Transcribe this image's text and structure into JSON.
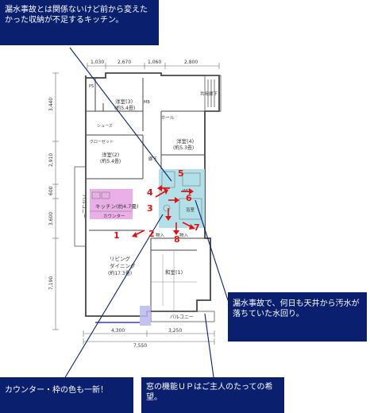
{
  "callouts": {
    "top_left": "漏水事故とは関係ないけど前から変えたかった収納が不足するキッチン。",
    "right": "漏水事故で、何日も天井から汚水が落ちていた水回り。",
    "bottom_left": "カウンター・枠の色も一新！",
    "bottom_right": "窓の機能ＵＰはご主人のたっての希望。"
  },
  "dimensions": {
    "top": [
      "1,030",
      "2,670",
      "1,060",
      "2,800"
    ],
    "left": [
      "3,440",
      "2,910",
      "600",
      "3,600",
      "7,190"
    ],
    "bottom_inner": [
      "4,300",
      "3,250"
    ],
    "bottom_total": "7,550"
  },
  "rooms": {
    "room3": "洋室(3)",
    "room3_size": "(約5.4畳)",
    "room4": "洋室(4)",
    "room4_size": "(約5.3畳)",
    "room2": "洋室(2)",
    "room2_size": "(約5.4畳)",
    "kitchen": "キッチン(約4.7畳)",
    "counter": "カウンター",
    "living": "リビング",
    "dining": "ダイニング",
    "living_size": "(約17.3畳)",
    "washitsu": "和室(1)",
    "balcony_left": "バルコニー",
    "balcony_bottom": "バルコニー",
    "hall": "ホール",
    "corridor": "廊下",
    "common_corridor": "共用廊下",
    "bath": "浴室",
    "closet1": "物入",
    "closet2": "物入",
    "wc": "WC",
    "shoes": "シューズ",
    "closet_c": "クローゼット",
    "pipe_space": "PS",
    "mb": "MB"
  },
  "markers": [
    "1",
    "2",
    "3",
    "4",
    "5",
    "6",
    "7",
    "8"
  ],
  "colors": {
    "callout_bg": "#0a1f6e",
    "kitchen_highlight": "#e9a6e6",
    "water_highlight": "#a8dde6",
    "marker_red": "#e31010",
    "window_highlight": "#b9b8ee"
  }
}
